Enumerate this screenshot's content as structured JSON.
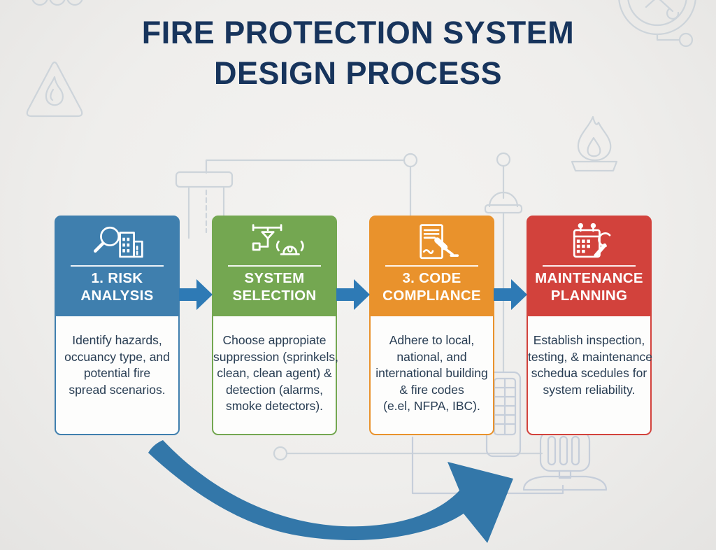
{
  "title": "FIRE PROTECTION SYSTEM\nDESIGN PROCESS",
  "steps": [
    {
      "title": "1. RISK\nANALYSIS",
      "body": "Identify hazards,\noccuancy type, and\npotential fire\nspread scenarios.",
      "color": "#3f7fae",
      "icon": "magnifier-building-icon"
    },
    {
      "title": "SYSTEM\nSELECTION",
      "body": "Choose appropiate\nsuppression (sprinkels,\nclean, clean agent) &\ndetection (alarms,\nsmoke detectors).",
      "color": "#74a751",
      "icon": "sprinkler-alarm-icon"
    },
    {
      "title": "3. CODE\nCOMPLIANCE",
      "body": "Adhere to local,\nnational, and\ninternational building\n& fire codes\n(e.el, NFPA, IBC).",
      "color": "#e9922c",
      "icon": "document-gavel-icon"
    },
    {
      "title": "MAINTENANCE\nPLANNING",
      "body": "Establish inspection,\ntesting, & maintenance\nschedua scedules for\nsystem reliability.",
      "color": "#d2423c",
      "icon": "calendar-wrench-icon"
    }
  ],
  "flow": {
    "arrow_color": "#2e7ab5",
    "swoosh_color": "#3377a9"
  },
  "canvas": {
    "background": "#efeeec",
    "title_color": "#17345c",
    "body_text_color": "#273c52",
    "decor_stroke": "#cdd4da",
    "decor_icons": [
      "sprinkler-arcs",
      "fire-warning-triangle",
      "crossed-tools-badge",
      "flammable-flame",
      "pipe-riser",
      "circuit-line-nodes",
      "control-panel",
      "sprinkler-head",
      "heater-stand"
    ]
  }
}
